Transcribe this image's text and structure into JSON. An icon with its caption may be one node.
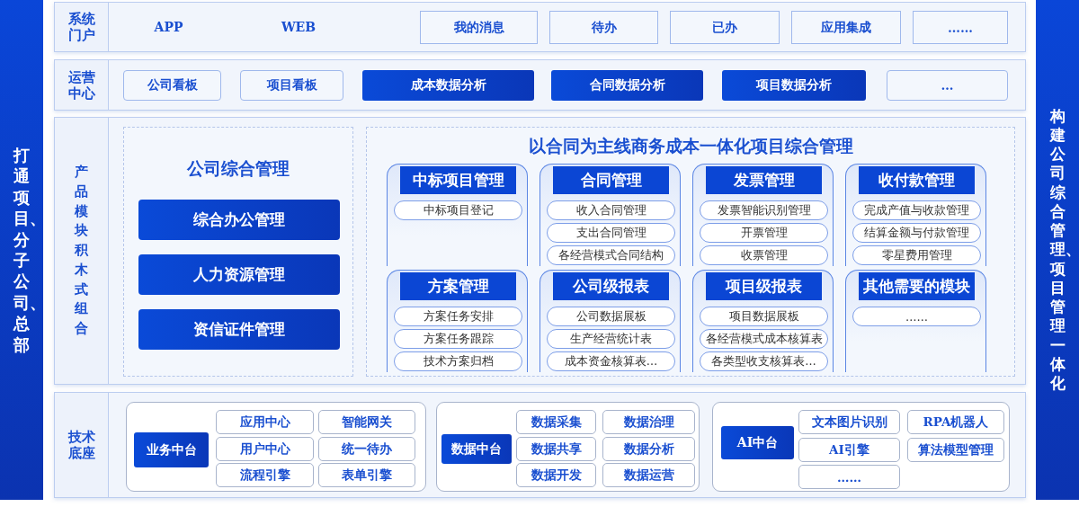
{
  "diagram": {
    "nodes": [
      {
        "text": [
          "打通项目、分子公司、总部"
        ]
      },
      {
        "text": [
          "构建公司综合管理、项目管理一体化"
        ]
      },
      {
        "text": [
          "系统门户"
        ]
      },
      {
        "text": [
          "我的消息"
        ],
        "in": 2
      },
      {
        "text": [
          "待办"
        ],
        "in": 2
      },
      {
        "text": [
          "已办"
        ],
        "in": 2
      },
      {
        "text": [
          "应用集成"
        ],
        "in": 2
      },
      {
        "text": [
          "……"
        ],
        "in": 2
      },
      {
        "text": [
          "运营中心"
        ]
      },
      {
        "text": [
          "公司看板"
        ],
        "in": 8
      },
      {
        "text": [
          "项目看板"
        ],
        "in": 8
      },
      {
        "text": [
          "成本数据分析"
        ],
        "in": 8
      },
      {
        "text": [
          "合同数据分析"
        ],
        "in": 8
      },
      {
        "text": [
          "项目数据分析"
        ],
        "in": 8
      },
      {
        "text": [
          "…"
        ],
        "in": 8
      },
      {
        "text": [
          "产品模块积木式组合"
        ]
      },
      {
        "text": [
          "公司综合管理"
        ],
        "in": 15
      },
      {
        "text": [
          "综合办公管理"
        ],
        "in": 16
      },
      {
        "text": [
          "人力资源管理"
        ],
        "in": 16
      },
      {
        "text": [
          "资信证件管理"
        ],
        "in": 16
      },
      {
        "text": [
          "以合同为主线商务成本一体化项目综合管理"
        ],
        "in": 15
      },
      {
        "text": [
          "中标项目管理"
        ],
        "in": 20
      },
      {
        "text": [
          "中标项目登记"
        ],
        "in": 21
      },
      {
        "text": [
          "合同管理"
        ],
        "in": 20
      },
      {
        "text": [
          "收入合同管理"
        ],
        "in": 23
      },
      {
        "text": [
          "支出合同管理"
        ],
        "in": 23
      },
      {
        "text": [
          "各经营模式合同结构"
        ],
        "in": 23
      },
      {
        "text": [
          "发票管理"
        ],
        "in": 20
      },
      {
        "text": [
          "发票智能识别管理"
        ],
        "in": 27
      },
      {
        "text": [
          "开票管理"
        ],
        "in": 27
      },
      {
        "text": [
          "收票管理"
        ],
        "in": 27
      },
      {
        "text": [
          "收付款管理"
        ],
        "in": 20
      },
      {
        "text": [
          "完成产值与收款管理"
        ],
        "in": 31
      },
      {
        "text": [
          "结算金额与付款管理"
        ],
        "in": 31
      },
      {
        "text": [
          "零星费用管理"
        ],
        "in": 31
      },
      {
        "text": [
          "方案管理"
        ],
        "in": 20
      },
      {
        "text": [
          "方案任务安排"
        ],
        "in": 35
      },
      {
        "text": [
          "方案任务跟踪"
        ],
        "in": 35
      },
      {
        "text": [
          "技术方案归档"
        ],
        "in": 35
      },
      {
        "text": [
          "公司级报表"
        ],
        "in": 20
      },
      {
        "text": [
          "公司数据展板"
        ],
        "in": 39
      },
      {
        "text": [
          "生产经营统计表"
        ],
        "in": 39
      },
      {
        "text": [
          "成本资金核算表…"
        ],
        "in": 39
      },
      {
        "text": [
          "项目级报表"
        ],
        "in": 20
      },
      {
        "text": [
          "项目数据展板"
        ],
        "in": 43
      },
      {
        "text": [
          "各经营模式成本核算表"
        ],
        "in": 43
      },
      {
        "text": [
          "各类型收支核算表…"
        ],
        "in": 43
      },
      {
        "text": [
          "其他需要的模块"
        ],
        "in": 20
      },
      {
        "text": [
          "……"
        ],
        "in": 47
      },
      {
        "text": [
          "技术底座"
        ]
      },
      {
        "text": [],
        "shape": "box",
        "in": 49
      },
      {
        "text": [
          "业务中台"
        ],
        "in": 50
      },
      {
        "text": [
          "应用中心"
        ],
        "in": 50
      },
      {
        "text": [
          "智能网关"
        ],
        "in": 50
      },
      {
        "text": [
          "用户中心"
        ],
        "in": 50
      },
      {
        "text": [
          "统一待办"
        ],
        "in": 50
      },
      {
        "text": [
          "流程引擎"
        ],
        "in": 50
      },
      {
        "text": [
          "表单引擎"
        ],
        "in": 50
      },
      {
        "text": [],
        "shape": "box",
        "in": 49
      },
      {
        "text": [
          "数据中台"
        ],
        "in": 58
      },
      {
        "text": [
          "数据采集"
        ],
        "in": 58
      },
      {
        "text": [
          "数据治理"
        ],
        "in": 58
      },
      {
        "text": [
          "数据共享"
        ],
        "in": 58
      },
      {
        "text": [
          "数据分析"
        ],
        "in": 58
      },
      {
        "text": [
          "数据开发"
        ],
        "in": 58
      },
      {
        "text": [
          "数据运营"
        ],
        "in": 58
      },
      {
        "text": [],
        "shape": "box",
        "in": 49
      },
      {
        "text": [
          "AI中台"
        ],
        "in": 66
      },
      {
        "text": [
          "文本图片识别"
        ],
        "in": 66
      },
      {
        "text": [
          "RPA机器人"
        ],
        "in": 66
      },
      {
        "text": [
          "AI引擎"
        ],
        "in": 66
      },
      {
        "text": [
          "算法模型管理"
        ],
        "in": 66
      },
      {
        "text": [
          "……"
        ],
        "in": 66
      }
    ],
    "labels": [
      "APP",
      "WEB"
    ]
  }
}
